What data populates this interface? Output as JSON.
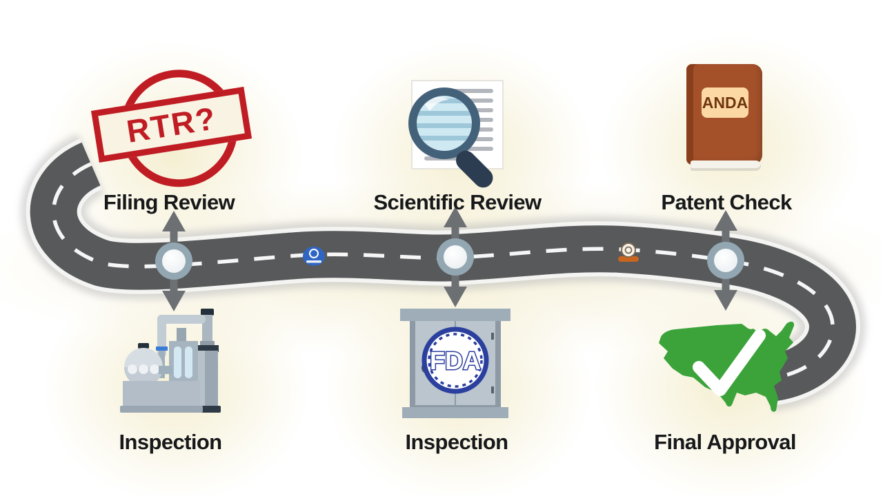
{
  "diagram": {
    "type": "approval-roadmap",
    "stages_top": [
      {
        "label": "Filing Review",
        "icon": "rtr-stamp-icon"
      },
      {
        "label": "Scientific Review",
        "icon": "magnifier-document-icon"
      },
      {
        "label": "Patent Check",
        "icon": "anda-book-icon"
      }
    ],
    "stages_bottom": [
      {
        "label": "Inspection",
        "icon": "factory-icon"
      },
      {
        "label": "Inspection",
        "icon": "fda-door-icon"
      },
      {
        "label": "Final Approval",
        "icon": "usa-map-check-icon"
      }
    ],
    "stamp_text": "RTR?",
    "book_label": "ANDA",
    "seal_text": "FDA"
  },
  "colors": {
    "background": "#ffffff",
    "glow": "#f4eecf",
    "road_asphalt": "#58595b",
    "road_stripe": "#ffffff",
    "node_ring": "#93a7b2",
    "arrow_gray": "#6d7073",
    "label_text": "#17181a",
    "stamp_red": "#bf1d23",
    "book_brown": "#a4512a",
    "book_label_tan": "#fcd9a4",
    "seal_blue": "#2b3f9e",
    "map_green": "#3ba33a",
    "lens_blue": "#cfe9f2",
    "magnifier_rim": "#44617a"
  }
}
